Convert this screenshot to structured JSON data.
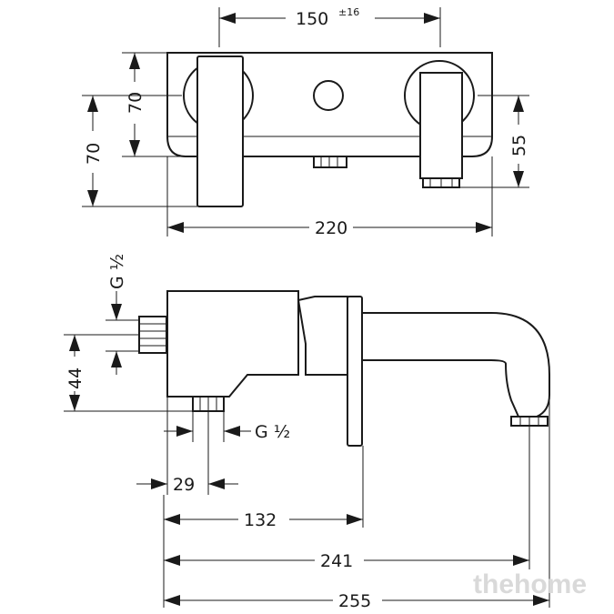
{
  "dimensions": {
    "top_spacing": "150",
    "top_spacing_tolerance": "±16",
    "left_height_inner": "70",
    "left_height_outer": "70",
    "right_height": "55",
    "top_width": "220",
    "side_thread_vertical": "G ½",
    "side_height": "44",
    "side_thread_horizontal": "G ½",
    "side_offset": "29",
    "side_depth_132": "132",
    "side_depth_241": "241",
    "side_depth_255": "255"
  },
  "watermark": "thehome"
}
